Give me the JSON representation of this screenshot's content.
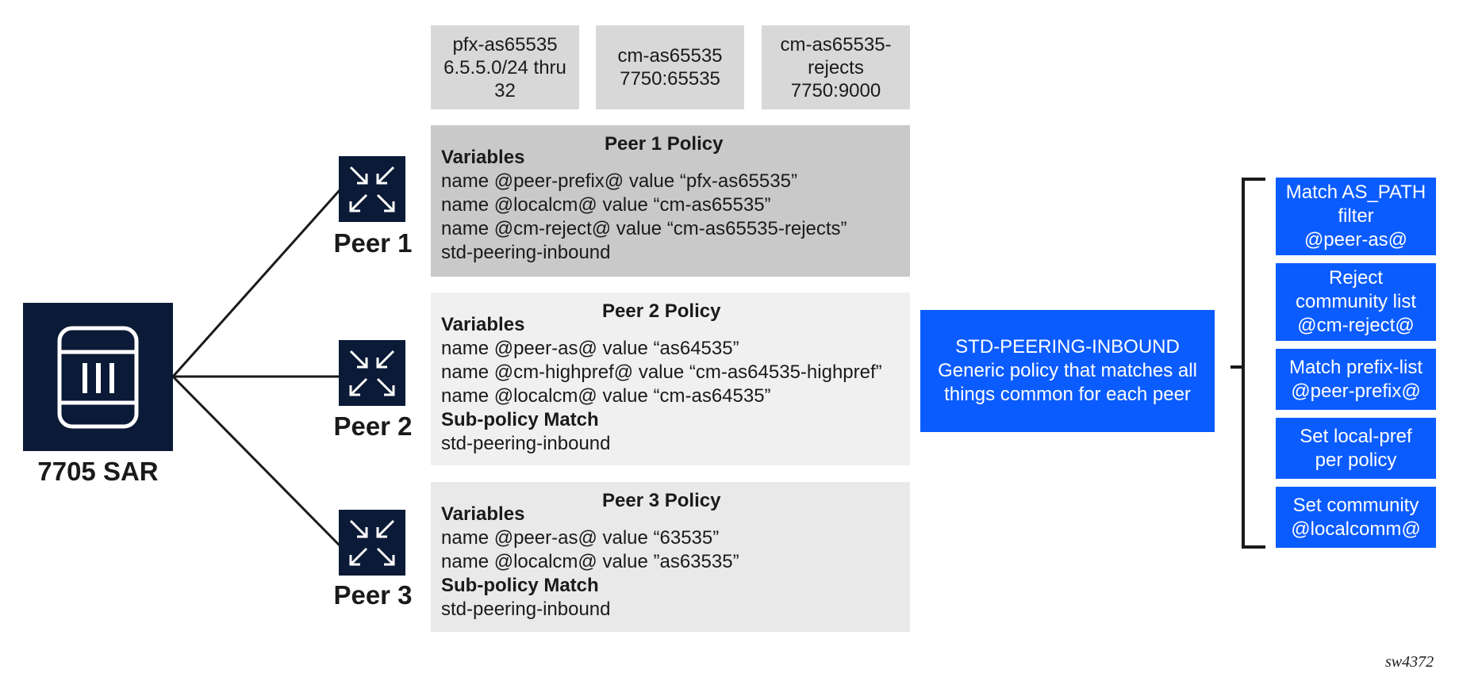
{
  "router": {
    "label": "7705 SAR"
  },
  "peers": [
    {
      "label": "Peer 1"
    },
    {
      "label": "Peer 2"
    },
    {
      "label": "Peer 3"
    }
  ],
  "top_boxes": [
    {
      "lines": [
        "pfx-as65535",
        "6.5.5.0/24 thru",
        "32"
      ]
    },
    {
      "lines": [
        "cm-as65535",
        "7750:65535"
      ]
    },
    {
      "lines": [
        "cm-as65535-",
        "rejects",
        "7750:9000"
      ]
    }
  ],
  "policies": [
    {
      "title": "Peer 1 Policy",
      "variables_label": "Variables",
      "lines": [
        "name @peer-prefix@ value “pfx-as65535”",
        "name @localcm@ value “cm-as65535”",
        "name @cm-reject@ value “cm-as65535-rejects”"
      ],
      "submatch_label": "",
      "footer": "std-peering-inbound"
    },
    {
      "title": "Peer 2 Policy",
      "variables_label": "Variables",
      "lines": [
        "name @peer-as@ value “as64535”",
        "name @cm-highpref@ value “cm-as64535-highpref”",
        "name @localcm@ value “cm-as64535”"
      ],
      "submatch_label": "Sub-policy Match",
      "footer": "std-peering-inbound"
    },
    {
      "title": "Peer 3 Policy",
      "variables_label": "Variables",
      "lines": [
        "name @peer-as@ value “63535”",
        "name @localcm@ value ”as63535”"
      ],
      "submatch_label": "Sub-policy Match",
      "footer": "std-peering-inbound"
    }
  ],
  "std_box": {
    "lines": [
      "STD-PEERING-INBOUND",
      "Generic policy that matches all",
      "things common for each peer"
    ]
  },
  "actions": [
    {
      "lines": [
        "Match AS_PATH",
        "filter",
        "@peer-as@"
      ]
    },
    {
      "lines": [
        "Reject",
        "community list",
        "@cm-reject@"
      ]
    },
    {
      "lines": [
        "Match prefix-list",
        "@peer-prefix@"
      ]
    },
    {
      "lines": [
        "Set local-pref",
        "per policy"
      ]
    },
    {
      "lines": [
        "Set community",
        "@localcomm@"
      ]
    }
  ],
  "figure_id": "sw4372",
  "colors": {
    "device": "#0b1a36",
    "accent_blue": "#0b5cff",
    "peer1_bg": "#c9c9c9",
    "peer2_bg": "#f0f0f0",
    "peer3_bg": "#e9e9e9",
    "top_bg": "#d8d8d8"
  }
}
